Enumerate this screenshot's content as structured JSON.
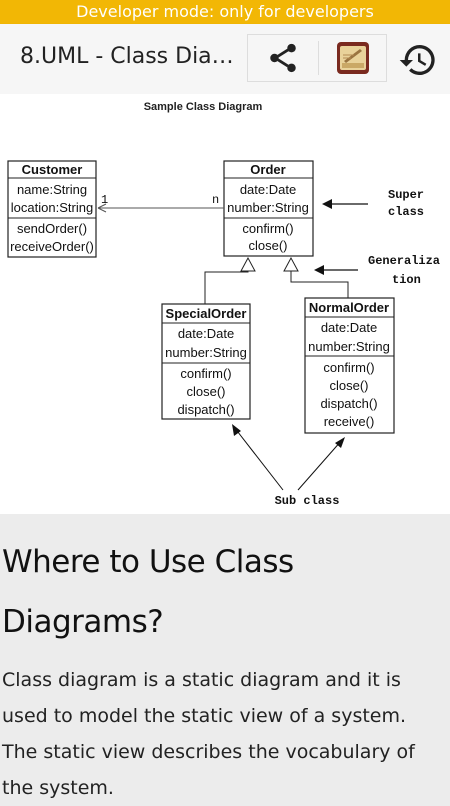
{
  "status": {
    "dev_mode_text": "Developer mode: only for developers"
  },
  "toolbar": {
    "title": "8.UML - Class Diagrams",
    "icons": {
      "share": "share-icon",
      "book": "book-icon",
      "history": "history-icon"
    },
    "colors": {
      "accent": "#f2b705",
      "book_bg": "#7a2a1f",
      "book_page": "#e9d29a"
    }
  },
  "diagram": {
    "title": "Sample Class Diagram",
    "classes": [
      {
        "name": "Customer",
        "attributes": [
          "name:String",
          "location:String"
        ],
        "operations": [
          "sendOrder()",
          "receiveOrder()"
        ]
      },
      {
        "name": "Order",
        "attributes": [
          "date:Date",
          "number:String"
        ],
        "operations": [
          "confirm()",
          "close()"
        ]
      },
      {
        "name": "SpecialOrder",
        "attributes": [
          "date:Date",
          "number:String"
        ],
        "operations": [
          "confirm()",
          "close()",
          "dispatch()"
        ]
      },
      {
        "name": "NormalOrder",
        "attributes": [
          "date:Date",
          "number:String"
        ],
        "operations": [
          "confirm()",
          "close()",
          "dispatch()",
          "receive()"
        ]
      }
    ],
    "multiplicity_customer": "1",
    "multiplicity_order": "n",
    "labels": {
      "super_line1": "Super",
      "super_line2": "class",
      "gen_line1": "Generaliza",
      "gen_line2": "tion",
      "subclass": "Sub class"
    }
  },
  "article": {
    "heading": "Where to Use Class Diagrams?",
    "paragraph": "Class diagram is a static diagram and it is used to model the static view of a system. The static view describes the vocabulary of the system."
  }
}
